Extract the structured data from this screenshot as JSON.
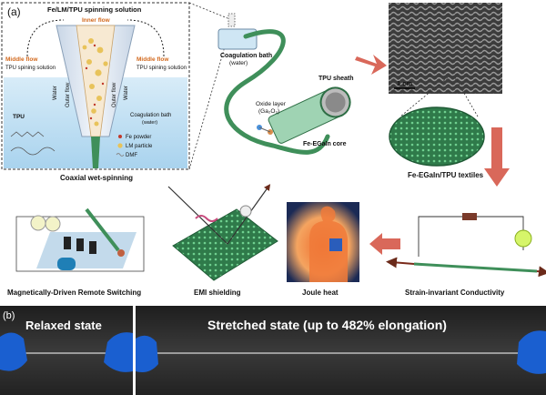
{
  "panel_a": {
    "label": "(a)",
    "spinning_solution": "Fe/LM/TPU spinning solution",
    "inner_flow": "Inner flow",
    "middle_flow": "Middle flow",
    "tpu_spinning_solution": "TPU spining solution",
    "water": "Water",
    "outer_flow": "Outer flow",
    "tpu": "TPU",
    "coag_bath_line1": "Coagulation bath",
    "coag_bath_line2": "(water)",
    "legend_fe": "Fe powder",
    "legend_lm": "LM particle",
    "legend_dmf": "DMF",
    "caption": "Coaxial wet-spinning",
    "bath_line1": "Coagulation bath",
    "bath_line2": "(water)",
    "tpu_sheath": "TPU sheath",
    "oxide_line1": "Oxide layer",
    "oxide_line2": "(Ga₂O₃)",
    "core": "Fe-EGaIn core",
    "scale": "1 cm",
    "textiles": "Fe-EGaIn/TPU textiles",
    "app_switch": "Magnetically-Driven Remote Switching",
    "app_emi": "EMI shielding",
    "app_joule": "Joule heat",
    "app_strain": "Strain-invariant Conductivity"
  },
  "panel_b": {
    "label": "(b)",
    "relaxed": "Relaxed state",
    "stretched": "Stretched state (up to 482% elongation)"
  },
  "colors": {
    "fiber_green": "#3f8f5a",
    "arrow_red": "#d9685a",
    "photo_dark": "#2a2a2a",
    "glove_blue": "#1a5fd0"
  }
}
